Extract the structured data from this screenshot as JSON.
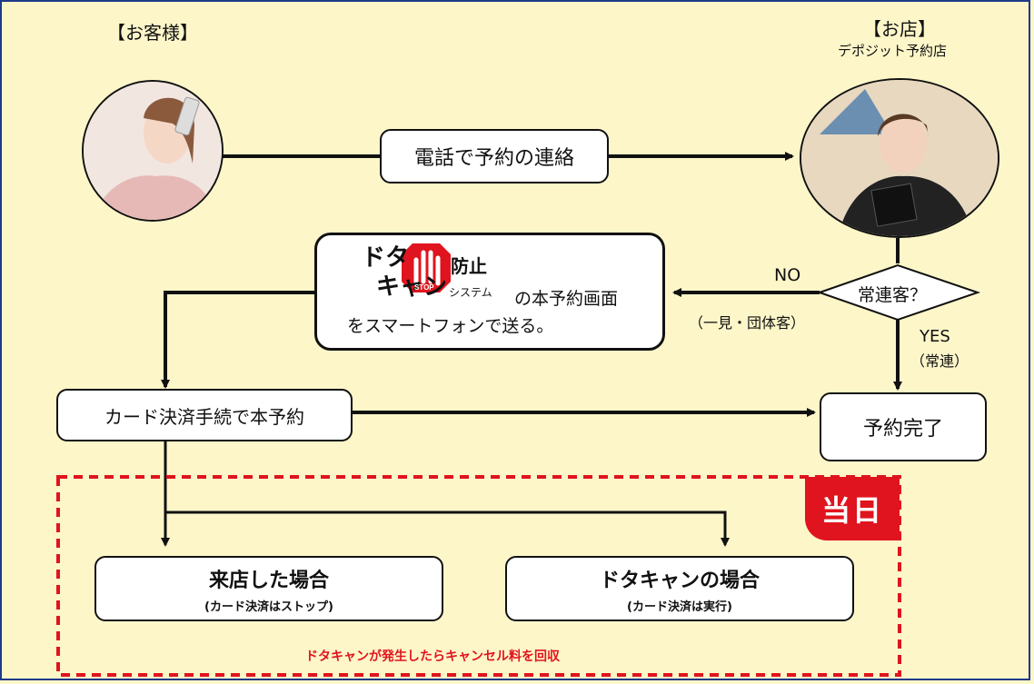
{
  "actors": {
    "customer": "【お客様】",
    "shop": "【お店】",
    "shop_sub": "デポジット予約店"
  },
  "steps": {
    "phone": "電話で予約の連絡",
    "decision": "常連客？",
    "no_label": "NO",
    "no_sub": "（一見・団体客）",
    "yes_label": "YES",
    "yes_sub": "（常連）",
    "send_line2": "をスマートフォンで送る。",
    "send_suffix": "の本予約画面",
    "card_payment": "カード決済手続で本予約",
    "complete": "予約完了"
  },
  "logo": {
    "dota": "ドタ",
    "kyan": "キャン",
    "stop": "STOP",
    "prevent": "防止",
    "system": "システム"
  },
  "same_day": {
    "badge": "当日",
    "visit_title": "来店した場合",
    "visit_sub": "(カード決済はストップ)",
    "noshow_title": "ドタキャンの場合",
    "noshow_sub": "(カード決済は実行)",
    "note": "ドタキャンが発生したらキャンセル料を回収"
  },
  "colors": {
    "background": "#fdf6c9",
    "accent_red": "#e0141e",
    "frame_blue": "#1e3a8a"
  },
  "icons": [
    "customer-phone-photo",
    "shop-staff-photo",
    "stop-hand-icon"
  ]
}
